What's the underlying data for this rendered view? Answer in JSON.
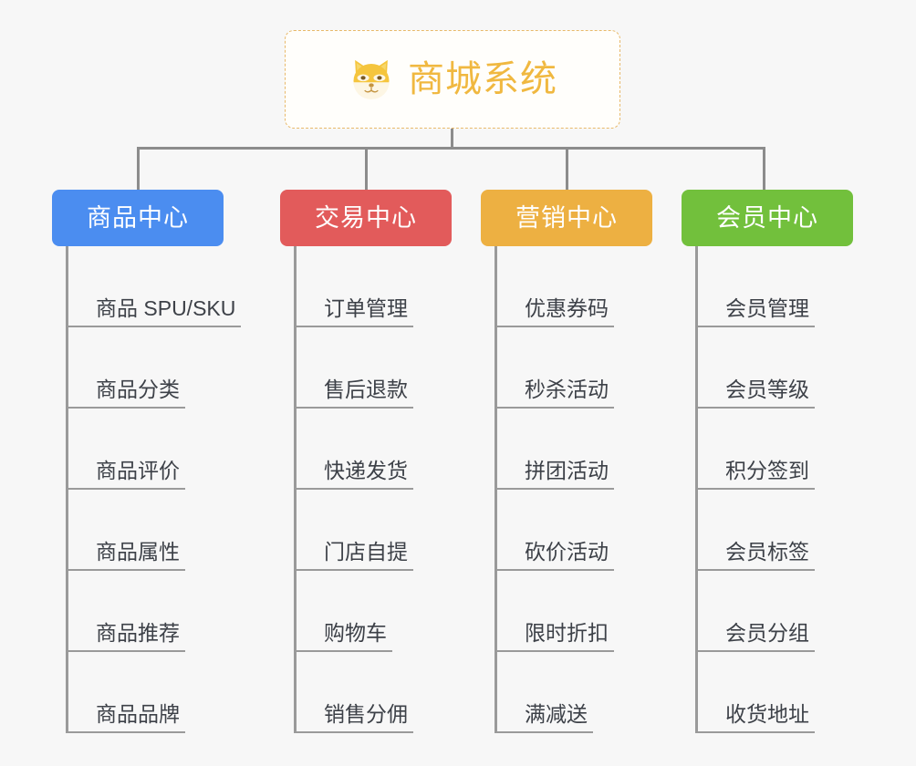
{
  "root": {
    "title": "商城系统",
    "icon": "shiba-dog-icon",
    "title_color": "#f0b840",
    "border_color": "#e8b96a",
    "background": "#fffefb"
  },
  "canvas": {
    "background": "#f7f7f7",
    "connector_color": "#8c8c8c",
    "rule_color": "#9a9a9a",
    "leaf_text_color": "#3d4148"
  },
  "columns": [
    {
      "title": "商品中心",
      "color": "#4b8df0",
      "items": [
        "商品 SPU/SKU",
        "商品分类",
        "商品评价",
        "商品属性",
        "商品推荐",
        "商品品牌"
      ]
    },
    {
      "title": "交易中心",
      "color": "#e25b5b",
      "items": [
        "订单管理",
        "售后退款",
        "快递发货",
        "门店自提",
        "购物车",
        "销售分佣"
      ]
    },
    {
      "title": "营销中心",
      "color": "#edb042",
      "items": [
        "优惠券码",
        "秒杀活动",
        "拼团活动",
        "砍价活动",
        "限时折扣",
        "满减送"
      ]
    },
    {
      "title": "会员中心",
      "color": "#72c03c",
      "items": [
        "会员管理",
        "会员等级",
        "积分签到",
        "会员标签",
        "会员分组",
        "收货地址"
      ]
    }
  ]
}
